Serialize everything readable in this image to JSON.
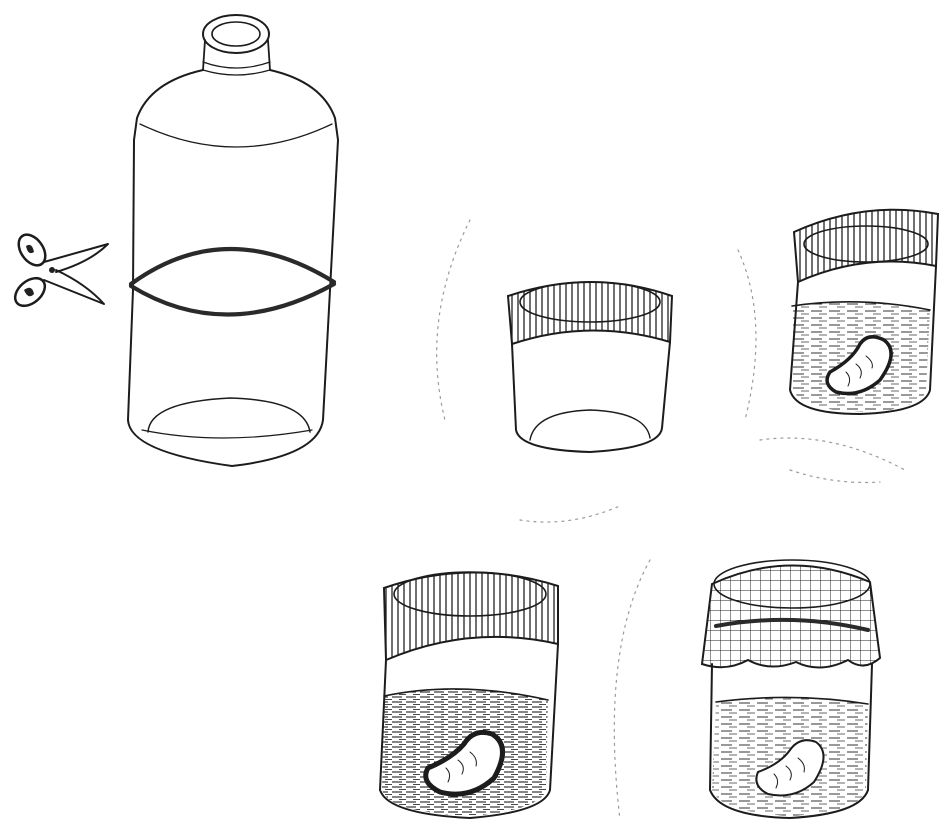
{
  "illustration": {
    "style": "pencil sketch",
    "ink_color": "#1c1c1c",
    "background": "#ffffff",
    "steps": [
      {
        "name": "bottle-with-cut-line",
        "icon": "scissors-icon"
      },
      {
        "name": "cut-bottle-bottom"
      },
      {
        "name": "jar-with-water-and-larva"
      },
      {
        "name": "jar-with-larva-large"
      },
      {
        "name": "jar-covered-with-mesh"
      }
    ]
  }
}
